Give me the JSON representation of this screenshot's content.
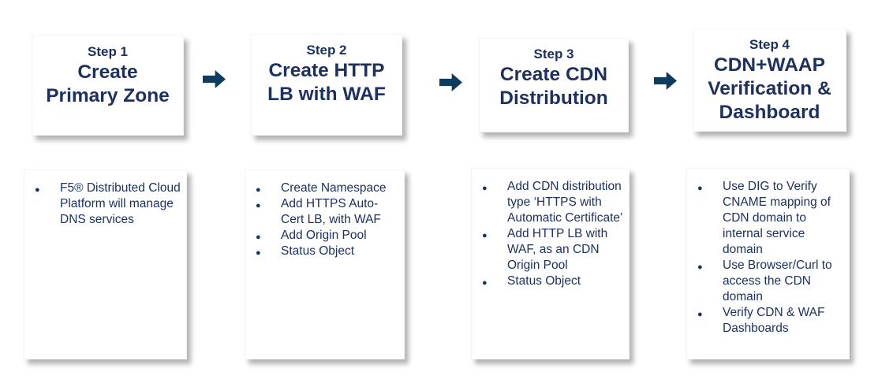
{
  "colors": {
    "text_navy": "#1d3160",
    "arrow_navy": "#0e3c5f",
    "box_background": "#ffffff",
    "page_background": "#ffffff"
  },
  "icons": {
    "arrow": "right-block-arrow"
  },
  "steps": [
    {
      "step_label": "Step 1",
      "title": "Create Primary Zone",
      "bullets": [
        "F5® Distributed Cloud Platform will manage DNS services"
      ]
    },
    {
      "step_label": "Step 2",
      "title": "Create HTTP LB with WAF",
      "bullets": [
        "Create Namespace",
        "Add HTTPS Auto-Cert LB, with WAF",
        "Add Origin Pool",
        "Status Object"
      ]
    },
    {
      "step_label": "Step 3",
      "title": "Create CDN Distribution",
      "bullets": [
        "Add CDN distribution type ‘HTTPS with Automatic Certificate’",
        "Add HTTP LB with WAF, as an CDN Origin Pool",
        "Status Object"
      ]
    },
    {
      "step_label": "Step 4",
      "title": "CDN+WAAP Verification & Dashboard",
      "bullets": [
        "Use DIG to Verify CNAME mapping of CDN domain to internal service domain",
        "Use Browser/Curl to access the CDN domain",
        "Verify CDN & WAF Dashboards"
      ]
    }
  ]
}
